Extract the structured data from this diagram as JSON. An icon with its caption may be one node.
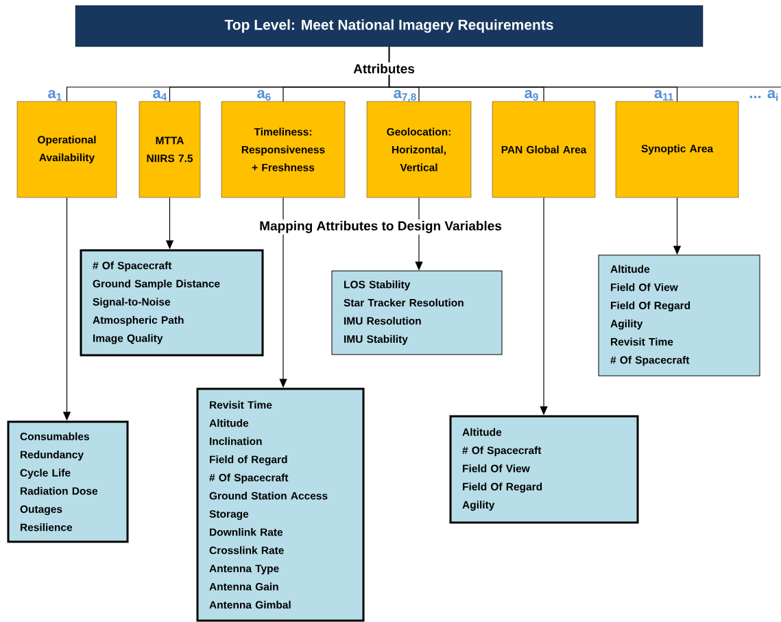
{
  "diagram": {
    "nodes": [
      {
        "text": [
          "Top Level: Meet National Imagery Requirements"
        ]
      },
      {
        "text": [
          "Operational Availability"
        ]
      },
      {
        "text": [
          "MTTA NIIRS 7.5"
        ]
      },
      {
        "text": [
          "Timeliness: Responsiveness + Freshness"
        ]
      },
      {
        "text": [
          "Geolocation: Horizontal, Vertical"
        ]
      },
      {
        "text": [
          "PAN Global Area"
        ]
      },
      {
        "text": [
          "Synoptic Area"
        ]
      },
      {
        "text": [
          "# Of Spacecraft",
          "Ground Sample Distance",
          "Signal-to-Noise",
          "Atmospheric Path",
          "Image Quality"
        ]
      },
      {
        "text": [
          "LOS Stability",
          "Star Tracker Resolution",
          "IMU Resolution",
          "IMU Stability"
        ]
      },
      {
        "text": [
          "Altitude",
          "Field Of View",
          "Field Of Regard",
          "Agility",
          "Revisit Time",
          "# Of Spacecraft"
        ]
      },
      {
        "text": [
          "Revisit Time",
          "Altitude",
          "Inclination",
          "Field of Regard",
          "# Of Spacecraft",
          "Ground Station Access",
          "Storage",
          "Downlink Rate",
          "Crosslink Rate",
          "Antenna Type",
          "Antenna Gain",
          "Antenna Gimbal"
        ]
      },
      {
        "text": [
          "Altitude",
          "# Of Spacecraft",
          "Field Of View",
          "Field Of Regard",
          "Agility"
        ]
      },
      {
        "text": [
          "Consumables",
          "Redundancy",
          "Cycle Life",
          "Radiation Dose",
          "Outages",
          "Resilience"
        ]
      },
      {
        "text": [
          "... a$_{i}$"
        ]
      }
    ],
    "edges": [
      {
        "from": 0,
        "to": 1,
        "arrow": "none"
      },
      {
        "from": 0,
        "to": 2,
        "arrow": "none"
      },
      {
        "from": 0,
        "to": 3,
        "arrow": "none"
      },
      {
        "from": 0,
        "to": 4,
        "arrow": "none"
      },
      {
        "from": 0,
        "to": 5,
        "arrow": "none"
      },
      {
        "from": 0,
        "to": 6,
        "arrow": "none"
      },
      {
        "from": 0,
        "to": 13,
        "arrow": "none"
      },
      {
        "from": 1,
        "to": 12,
        "arrow": "to"
      },
      {
        "from": 2,
        "to": 7,
        "arrow": "to"
      },
      {
        "from": 3,
        "to": 10,
        "arrow": "to"
      },
      {
        "from": 4,
        "to": 8,
        "arrow": "to"
      },
      {
        "from": 5,
        "to": 11,
        "arrow": "to"
      },
      {
        "from": 6,
        "to": 9,
        "arrow": "to"
      }
    ],
    "labels": [
      "Attributes",
      "a$_{1}$",
      "a$_{4}$",
      "a$_{6}$",
      "a$_{7,8}$",
      "a$_{9}$",
      "a$_{11}$",
      "Mapping Attributes to Design Variables"
    ]
  }
}
